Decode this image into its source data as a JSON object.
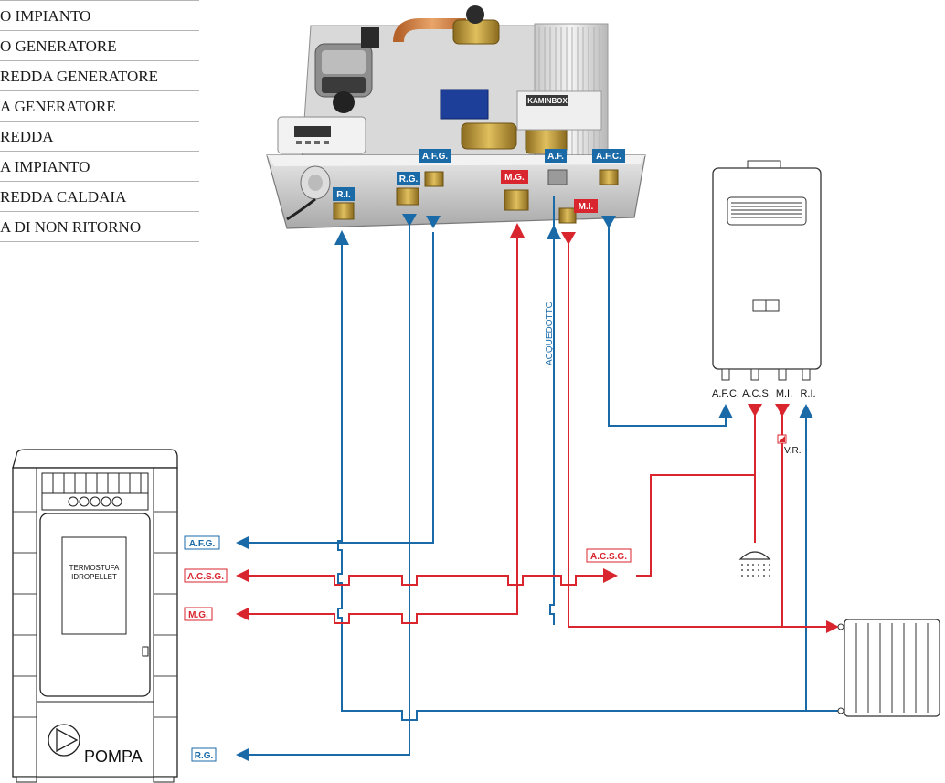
{
  "legend": [
    "O IMPIANTO",
    "O GENERATORE",
    "REDDA GENERATORE",
    "A GENERATORE",
    "REDDA",
    "A IMPIANTO",
    "REDDA CALDAIA",
    "A DI NON RITORNO"
  ],
  "module": {
    "brand": "KAMINBOX",
    "ports": {
      "ri": "R.I.",
      "rg": "R.G.",
      "afg": "A.F.G.",
      "mg": "M.G.",
      "af": "A.F.",
      "mi": "M.I.",
      "afc": "A.F.C."
    }
  },
  "stove": {
    "label_line1": "TERMOSTUFA",
    "label_line2": "IDROPELLET",
    "pump_label": "POMPA",
    "ports": {
      "afg": "A.F.G.",
      "acsg": "A.C.S.G.",
      "mg": "M.G.",
      "rg": "R.G."
    }
  },
  "boiler": {
    "ports": {
      "afc": "A.F.C.",
      "acs": "A.C.S.",
      "mi": "M.I.",
      "ri": "R.I."
    },
    "valve_label": "V.R."
  },
  "acsg_mid_label": "A.C.S.G.",
  "aqueduct_label": "ACQUEDOTTO",
  "colors": {
    "cold": "#1a6aa8",
    "hot": "#d9252e"
  }
}
